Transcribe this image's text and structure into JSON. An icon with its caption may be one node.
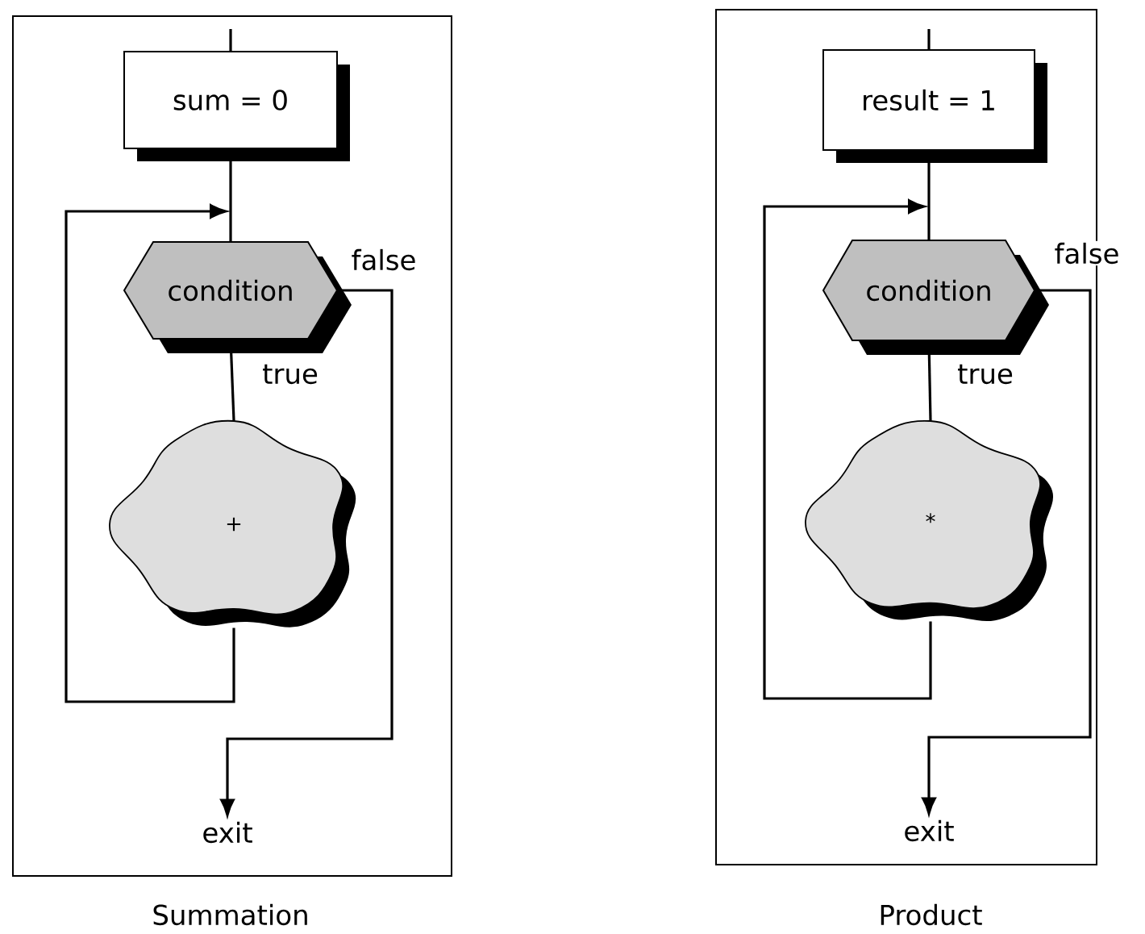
{
  "diagram": {
    "nodes": [
      {
        "text": [
          "Summation"
        ]
      },
      {
        "text": [
          "sum = 0"
        ],
        "in": 0
      },
      {
        "text": [
          "condition"
        ],
        "in": 0
      },
      {
        "text": [
          "+"
        ],
        "in": 0
      },
      {
        "text": [
          "exit"
        ],
        "in": 0
      },
      {
        "text": [
          "Product"
        ]
      },
      {
        "text": [
          "result = 1"
        ],
        "in": 5
      },
      {
        "text": [
          "condition"
        ],
        "in": 5
      },
      {
        "text": [
          "*"
        ],
        "in": 5
      },
      {
        "text": [
          "exit"
        ],
        "in": 5
      }
    ],
    "edges": [
      {
        "from": null,
        "to": 1,
        "arrow": "none"
      },
      {
        "from": 1,
        "to": 2,
        "arrow": "none"
      },
      {
        "from": 2,
        "to": 3,
        "arrow": "none",
        "label": "true"
      },
      {
        "from": 3,
        "to": 2,
        "arrow": "to"
      },
      {
        "from": 2,
        "to": 4,
        "arrow": "to",
        "label": "false"
      },
      {
        "from": null,
        "to": 6,
        "arrow": "none"
      },
      {
        "from": 6,
        "to": 7,
        "arrow": "none"
      },
      {
        "from": 7,
        "to": 8,
        "arrow": "none",
        "label": "true"
      },
      {
        "from": 8,
        "to": 7,
        "arrow": "to"
      },
      {
        "from": 7,
        "to": 9,
        "arrow": "to",
        "label": "false"
      }
    ]
  }
}
